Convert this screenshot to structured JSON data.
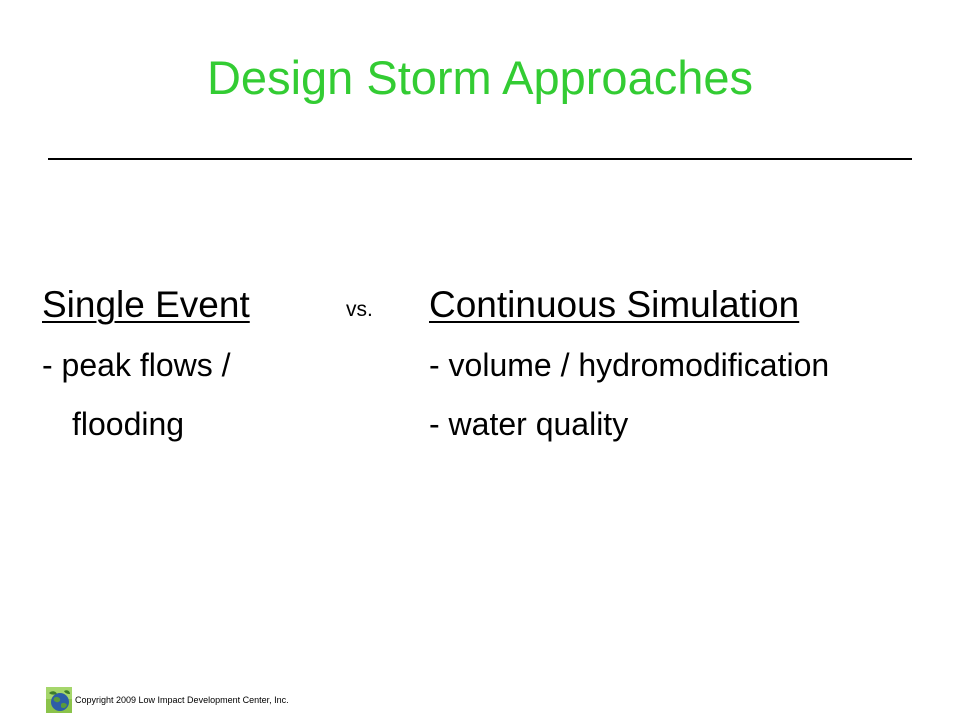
{
  "slide": {
    "title": "Design Storm Approaches",
    "title_color": "#33cc33",
    "left_column": {
      "heading": "Single Event",
      "lines": [
        "- peak flows /",
        "flooding"
      ]
    },
    "vs_label": "vs.",
    "right_column": {
      "heading": "Continuous Simulation",
      "lines": [
        "- volume / hydromodification",
        "- water quality"
      ]
    },
    "footer": {
      "logo_icon": "globe-logo-icon",
      "copyright": "Copyright 2009 Low Impact Development Center, Inc."
    }
  }
}
